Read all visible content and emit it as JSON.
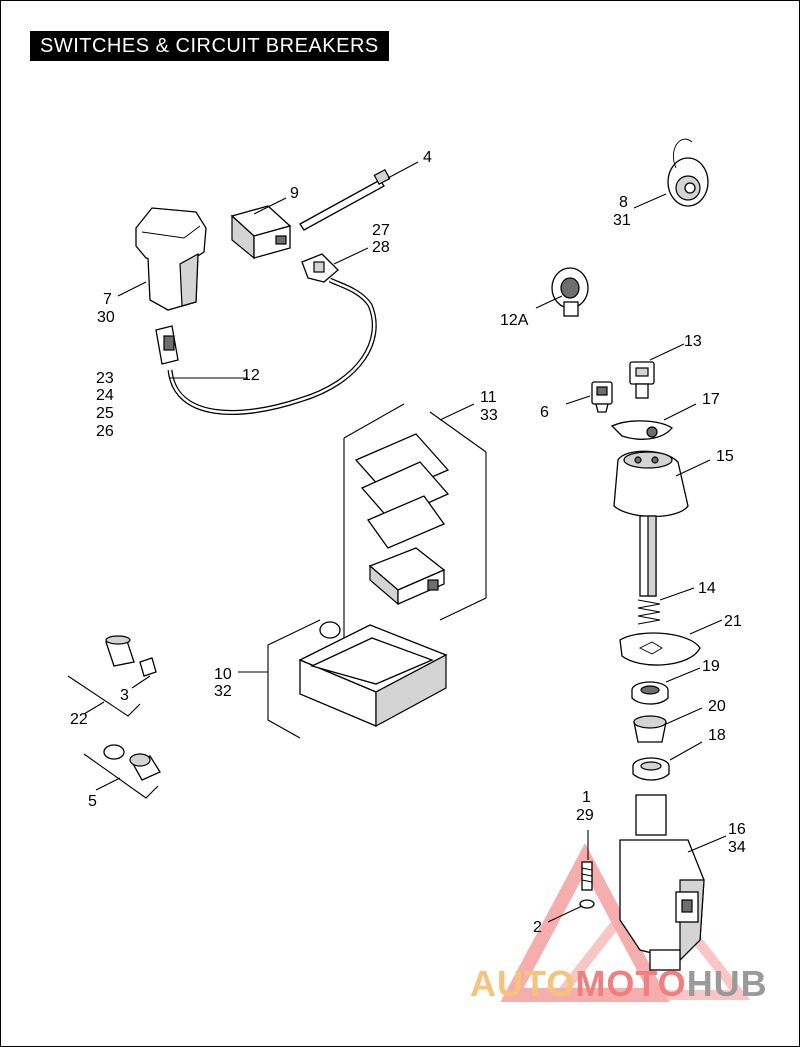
{
  "title": "SWITCHES & CIRCUIT BREAKERS",
  "callouts": {
    "c1": "1",
    "c29": "29",
    "c2": "2",
    "c3": "3",
    "c4": "4",
    "c5": "5",
    "c6": "6",
    "c7": "7",
    "c30": "30",
    "c8": "8",
    "c31": "31",
    "c9": "9",
    "c10": "10",
    "c32": "32",
    "c11": "11",
    "c33": "33",
    "c12": "12",
    "c12a": "12A",
    "c13": "13",
    "c14": "14",
    "c15": "15",
    "c16": "16",
    "c34": "34",
    "c17": "17",
    "c18": "18",
    "c19": "19",
    "c20": "20",
    "c21": "21",
    "c22": "22",
    "c23": "23",
    "c24": "24",
    "c25": "25",
    "c26": "26",
    "c27": "27",
    "c28": "28"
  },
  "watermark": {
    "part1": "AUTO",
    "part2": "MOTO",
    "part3": "HUB"
  },
  "colors": {
    "watermark_yellow": "#f5c37a",
    "watermark_red": "#f07f7f",
    "watermark_gray": "#9a9a9a"
  }
}
